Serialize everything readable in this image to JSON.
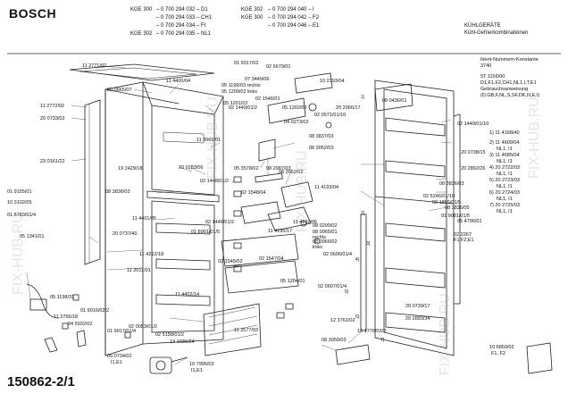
{
  "brand": "BOSCH",
  "header": {
    "models": [
      {
        "model": "KGE 300",
        "codes": [
          "– 0 700 294 032 – D1",
          "– 0 700 294 033 – CH1",
          "– 0 700 294 034 – FI",
          "– 0 700 294 035 – NL1"
        ]
      },
      {
        "model": "KGE 302",
        "codes": [
          "– 0 700 294 040 – I",
          "– 0 700 294 042 – F2",
          "– 0 700 294 046 – E1"
        ]
      }
    ],
    "model_kge302_lower": "KGE 302",
    "model_kge300_right": "KGE 300",
    "category_title": "KÜHLGERÄTE",
    "category_subtitle": "Kühl-Gefrierkombinationen"
  },
  "identity": {
    "title": "Ident-Nummern-Konstante",
    "value": "3740",
    "codes_line1": "5T 1156/00",
    "codes_line2": "D1,F1,F2,CH1,NL1,I,T,E1",
    "usage_title": "Gebrauchsanweisung",
    "usage_line": "(D,GB,F,NL,S,SF,DK,N,E,I)"
  },
  "right_list": [
    "1) 11 4168/40",
    "2) 11 4609/04",
    "NL1, I1",
    "3) 11 4685/04",
    "NL1, I1",
    "4) 20 2722/03",
    "NL1, I1",
    "5) 20 2723/03",
    "NL1, I1",
    "6) 20 2724/03",
    "NL1, I1",
    "7) 20 2725/03",
    "NL1, I1"
  ],
  "part_labels": {
    "p1": "11 2771/02",
    "p2": "11 2772/02",
    "p3": "20 0733/02",
    "p4": "23 0161/22",
    "p5": "20 0665/07",
    "p6": "11 4400/04",
    "p7": "05 1201/02",
    "p8": "01 9317/02",
    "p9": "02 6679/01",
    "p10": "05 1200/02 links",
    "p11": "05 1199/03 rechts",
    "p12": "07 3449/06",
    "p13": "02 1546/01",
    "p14": "02 1449/01/2",
    "p15": "05 1202/02",
    "p16": "04 0273/02",
    "p17": "10 2393/04",
    "p18": "08 0436/01",
    "p19": "20 2066/17",
    "p20": "02 0571/01/10",
    "p21": "02 1449/01/10",
    "p22": "11 3001/01",
    "p23": "19 2429/18",
    "p24": "20 0283/06",
    "p25": "08 3837/03",
    "p26": "08 3052/03",
    "p27": "08 2987/03",
    "p28": "05 3578/02",
    "p29": "08 3052/02",
    "p30": "08 3836/03",
    "p31": "02 1448/01/2",
    "p32": "02 1548/04",
    "p33": "11 4401/05",
    "p34": "11 4193/04",
    "p35": "01 9155/01",
    "p36": "10 3102/05",
    "p37": "01 5783/01/4",
    "p38": "20 0737/40",
    "p39": "02 1446/01/2",
    "p40": "01 8901/01/5",
    "p41": "11 4192/05",
    "p42": "11 4195/17",
    "p43": "05 1341/01",
    "p44": "11 4212/18",
    "p45": "11 2011/01",
    "p46": "02 1545/02",
    "p47": "02 1547/04",
    "p48": "08 0290/02",
    "p49": "08 0965/01",
    "p50": "08 0966/02",
    "p51": "02 0606/01/4",
    "p52": "05 1204/01",
    "p53": "02 0607/01/4",
    "p54": "20 2892/26",
    "p55": "20 0738/15",
    "p56": "08 3836/03",
    "p57": "02 5246/01/10",
    "p58": "02 1895/01/5",
    "p59": "01 9081/01/5",
    "p60": "05 4796/01",
    "p61": "02 2267",
    "p62": "F1,F2,E1",
    "p63": "01 9016/02/2",
    "p64": "11 2765/18",
    "p65": "04 5032/02",
    "p66": "01 9017/01/4",
    "p67": "05 1198/31",
    "p68": "11 4402/14",
    "p69": "02 0053/01/2",
    "p70": "02 5158/01/2",
    "p71": "13 1036/24",
    "p72": "11 2577/03",
    "p73": "05 0734/02",
    "p74": "I1,E1",
    "p75": "10 7995/03",
    "p76": "I1,E1",
    "p77": "12 3761/02",
    "p78": "12 1770/03/2",
    "p79": "08 3050/03",
    "p80": "20 0739/17",
    "p81": "20 2893/34",
    "p82": "10 6850/02",
    "p83": "F1, F2",
    "p84": "08 3835/05",
    "p85": "rechts",
    "p86": "links"
  },
  "footer_id": "150862-2/1",
  "watermark": "FIX-HUB.RU"
}
